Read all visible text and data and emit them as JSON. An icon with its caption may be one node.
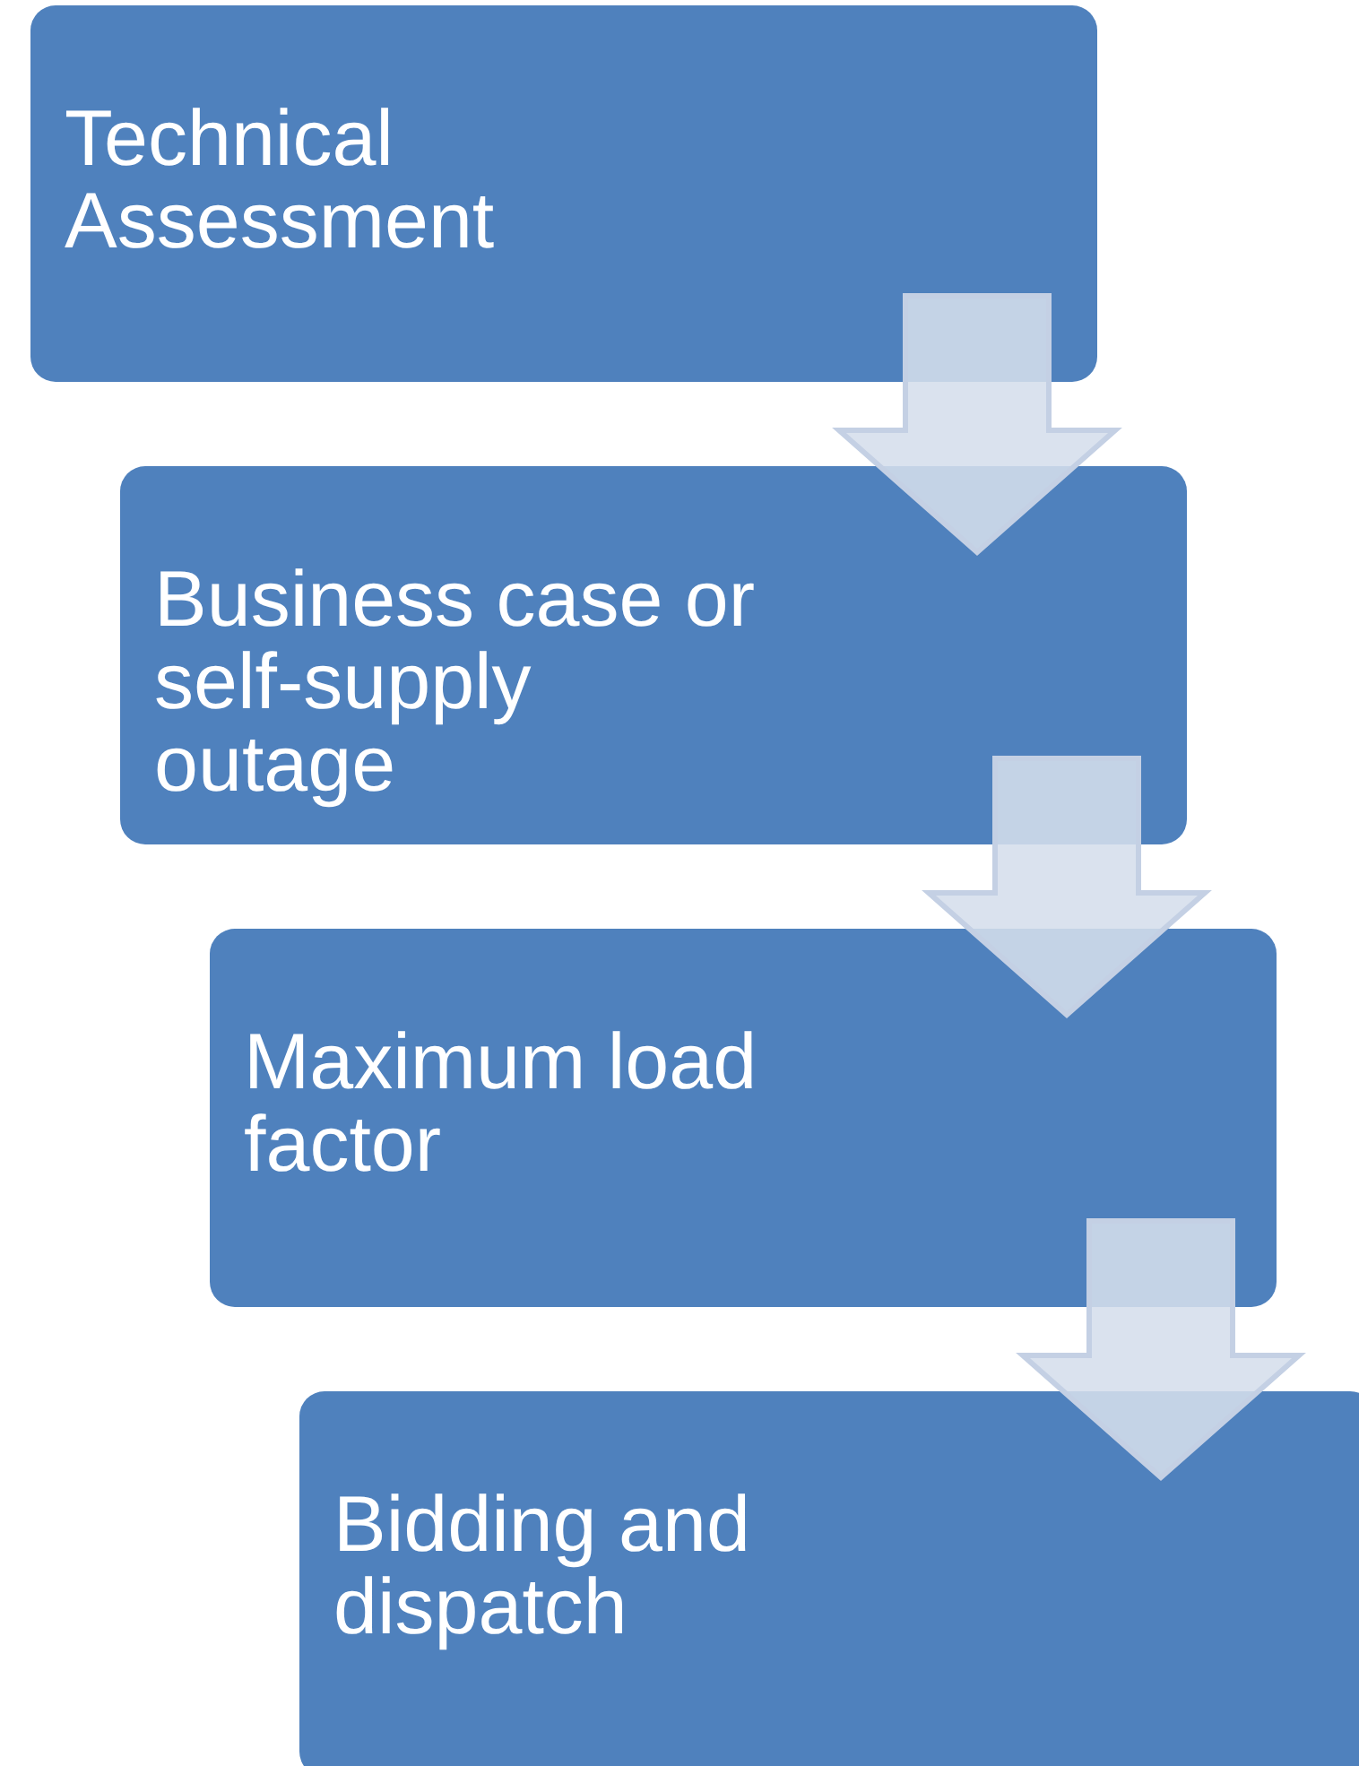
{
  "diagram": {
    "nodes": [
      {
        "text": [
          "Technical Assessment"
        ]
      },
      {
        "text": [
          "Business case or self-supply outage"
        ]
      },
      {
        "text": [
          "Maximum load factor"
        ]
      },
      {
        "text": [
          "Bidding and dispatch"
        ]
      }
    ],
    "edges": [
      {
        "from": 0,
        "to": 1,
        "arrow": "to"
      },
      {
        "from": 1,
        "to": 2,
        "arrow": "to"
      },
      {
        "from": 2,
        "to": 3,
        "arrow": "to"
      }
    ]
  }
}
